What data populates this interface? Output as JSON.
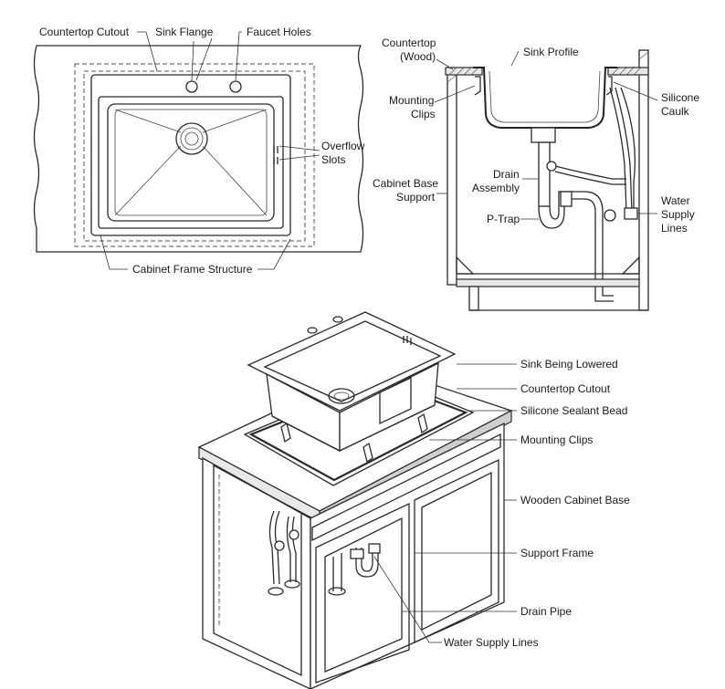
{
  "top_view": {
    "labels": {
      "countertop_cutout": "Countertop Cutout",
      "sink_flange": "Sink Flange",
      "faucet_holes": "Faucet Holes",
      "overflow_slots_1": "Overflow",
      "overflow_slots_2": "Slots",
      "cabinet_frame_structure": "Cabinet Frame Structure"
    }
  },
  "section_view": {
    "labels": {
      "countertop_1": "Countertop",
      "countertop_2": "(Wood)",
      "sink_profile": "Sink Profile",
      "mounting_clips_1": "Mounting",
      "mounting_clips_2": "Clips",
      "silicone_caulk_1": "Silicone",
      "silicone_caulk_2": "Caulk",
      "drain_assembly_1": "Drain",
      "drain_assembly_2": "Assembly",
      "cabinet_base_support_1": "Cabinet Base",
      "cabinet_base_support_2": "Support",
      "p_trap": "P-Trap",
      "water_supply_1": "Water",
      "water_supply_2": "Supply",
      "water_supply_3": "Lines"
    }
  },
  "iso_view": {
    "labels": {
      "sink_being_lowered": "Sink Being Lowered",
      "countertop_cutout": "Countertop Cutout",
      "silicone_sealant_bead": "Silicone Sealant Bead",
      "mounting_clips": "Mounting Clips",
      "wooden_cabinet_base": "Wooden Cabinet Base",
      "support_frame": "Support Frame",
      "drain_pipe": "Drain Pipe",
      "water_supply_lines": "Water Supply Lines"
    }
  }
}
